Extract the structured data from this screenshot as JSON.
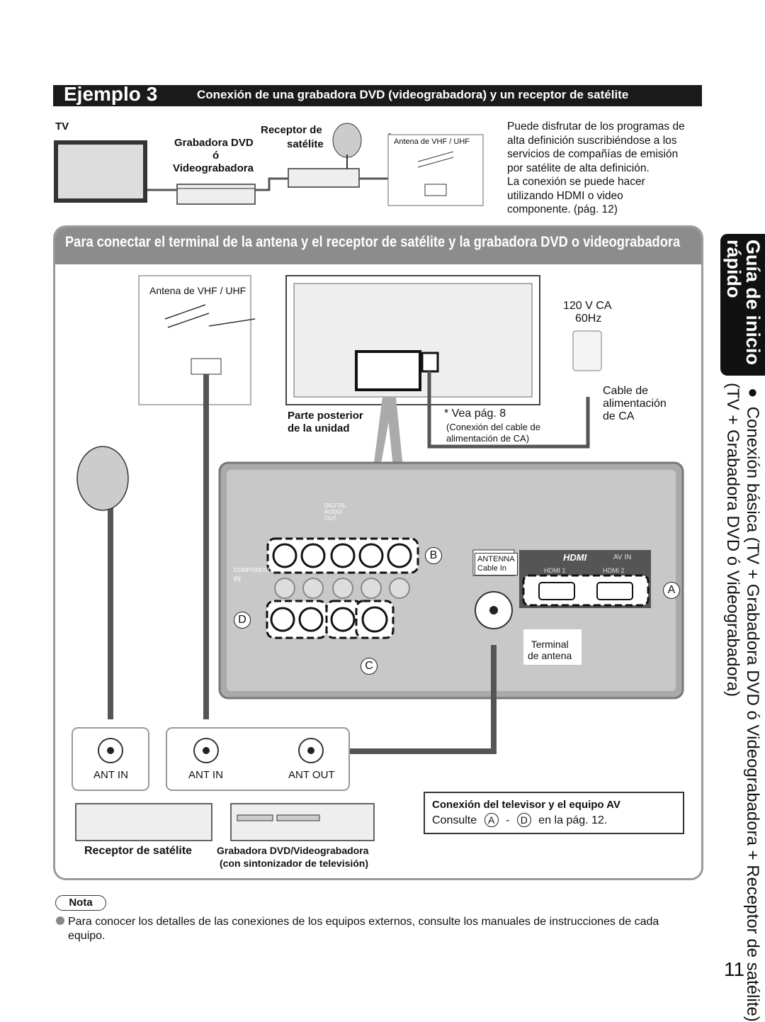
{
  "header": {
    "example_label": "Ejemplo 3",
    "title": "Conexión de una grabadora DVD (videograbadora) y un receptor de satélite"
  },
  "top_diagram": {
    "tv_label": "TV",
    "recorder_label_1": "Grabadora DVD",
    "recorder_label_2": "ó",
    "recorder_label_3": "Videograbadora",
    "satellite_label_1": "Receptor de",
    "satellite_label_2": "satélite",
    "antenna_label": "Antena de VHF / UHF"
  },
  "intro": {
    "line1": "Puede disfrutar de los programas de",
    "line2": "alta definición suscribiéndose a los",
    "line3": "servicios de compañías de emisión",
    "line4": "por satélite de alta definición.",
    "line5": "La conexión se puede hacer",
    "line6": "utilizando HDMI o video",
    "line7": "componente. (pág. 12)"
  },
  "panel": {
    "title": "Para conectar el terminal de la antena y el receptor de satélite y la grabadora DVD o videograbadora",
    "antenna_label": "Antena de VHF / UHF",
    "power_label_1": "120 V CA",
    "power_label_2": "60Hz",
    "cable_label_1": "Cable de",
    "cable_label_2": "alimentación",
    "cable_label_3": "de CA",
    "see_page": "* Vea pág. 8",
    "see_page_sub_1": "(Conexión del cable de",
    "see_page_sub_2": "alimentación de CA)",
    "rear_label_1": "Parte posterior",
    "rear_label_2": "de la unidad",
    "digital_audio": "DIGITAL AUDIO OUT",
    "antenna_cable_1": "ANTENNA",
    "antenna_cable_2": "Cable  In",
    "hdmi_logo": "HDMI",
    "av_in": "AV IN",
    "hdmi1": "HDMI 1",
    "hdmi2": "HDMI 2",
    "component": "COMPONENT",
    "in": "IN",
    "terminal_1": "Terminal",
    "terminal_2": "de antena",
    "ant_in_1": "ANT IN",
    "ant_in_2": "ANT IN",
    "ant_out": "ANT OUT",
    "satellite_receiver": "Receptor de satélite",
    "dvd_recorder_1": "Grabadora DVD/Videograbadora",
    "dvd_recorder_2": "(con sintonizador de televisión)",
    "conn_title": "Conexión del televisor y el equipo AV",
    "conn_text_1": "Consulte",
    "conn_text_2": "-",
    "conn_text_3": "en la pág. 12.",
    "letter_a": "A",
    "letter_b": "B",
    "letter_c": "C",
    "letter_d": "D"
  },
  "sidebar": {
    "tab_1": "Guía de inicio",
    "tab_2": "rápido",
    "desc_1": "● Conexión básica (TV + Grabadora DVD ó Videograbadora + Receptor de satélite)",
    "desc_2": "(TV + Grabadora DVD ó Videograbadora)"
  },
  "note": {
    "label": "Nota",
    "text": "Para conocer los detalles de las conexiones de los equipos externos, consulte los manuales de instrucciones de cada equipo."
  },
  "page_number": "11"
}
